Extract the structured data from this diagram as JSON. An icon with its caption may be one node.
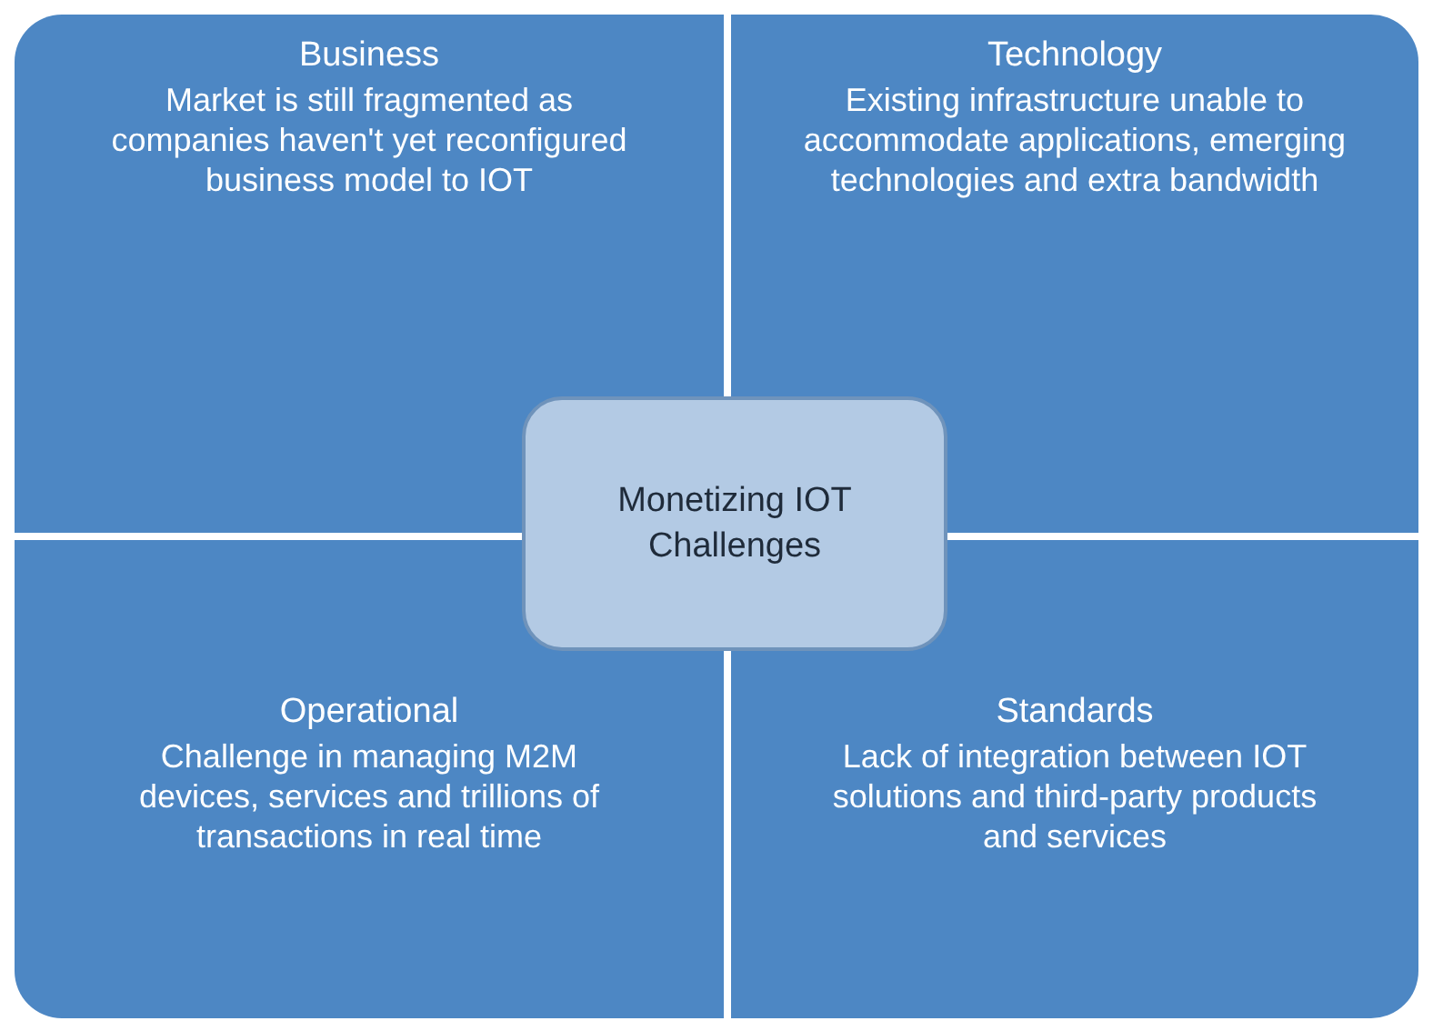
{
  "diagram": {
    "nodes": [
      {
        "text": [
          "Business",
          "Market is still fragmented as companies haven't yet reconfigured business model to IOT"
        ]
      },
      {
        "text": [
          "Technology",
          "Existing infrastructure unable to accommodate applications, emerging technologies and extra bandwidth"
        ]
      },
      {
        "text": [
          "Monetizing IOT Challenges"
        ]
      },
      {
        "text": [
          "Operational",
          "Challenge in managing M2M devices, services and trillions of transactions in real time"
        ]
      },
      {
        "text": [
          "Standards",
          "Lack of integration between IOT solutions and third-party products and services"
        ]
      }
    ]
  }
}
